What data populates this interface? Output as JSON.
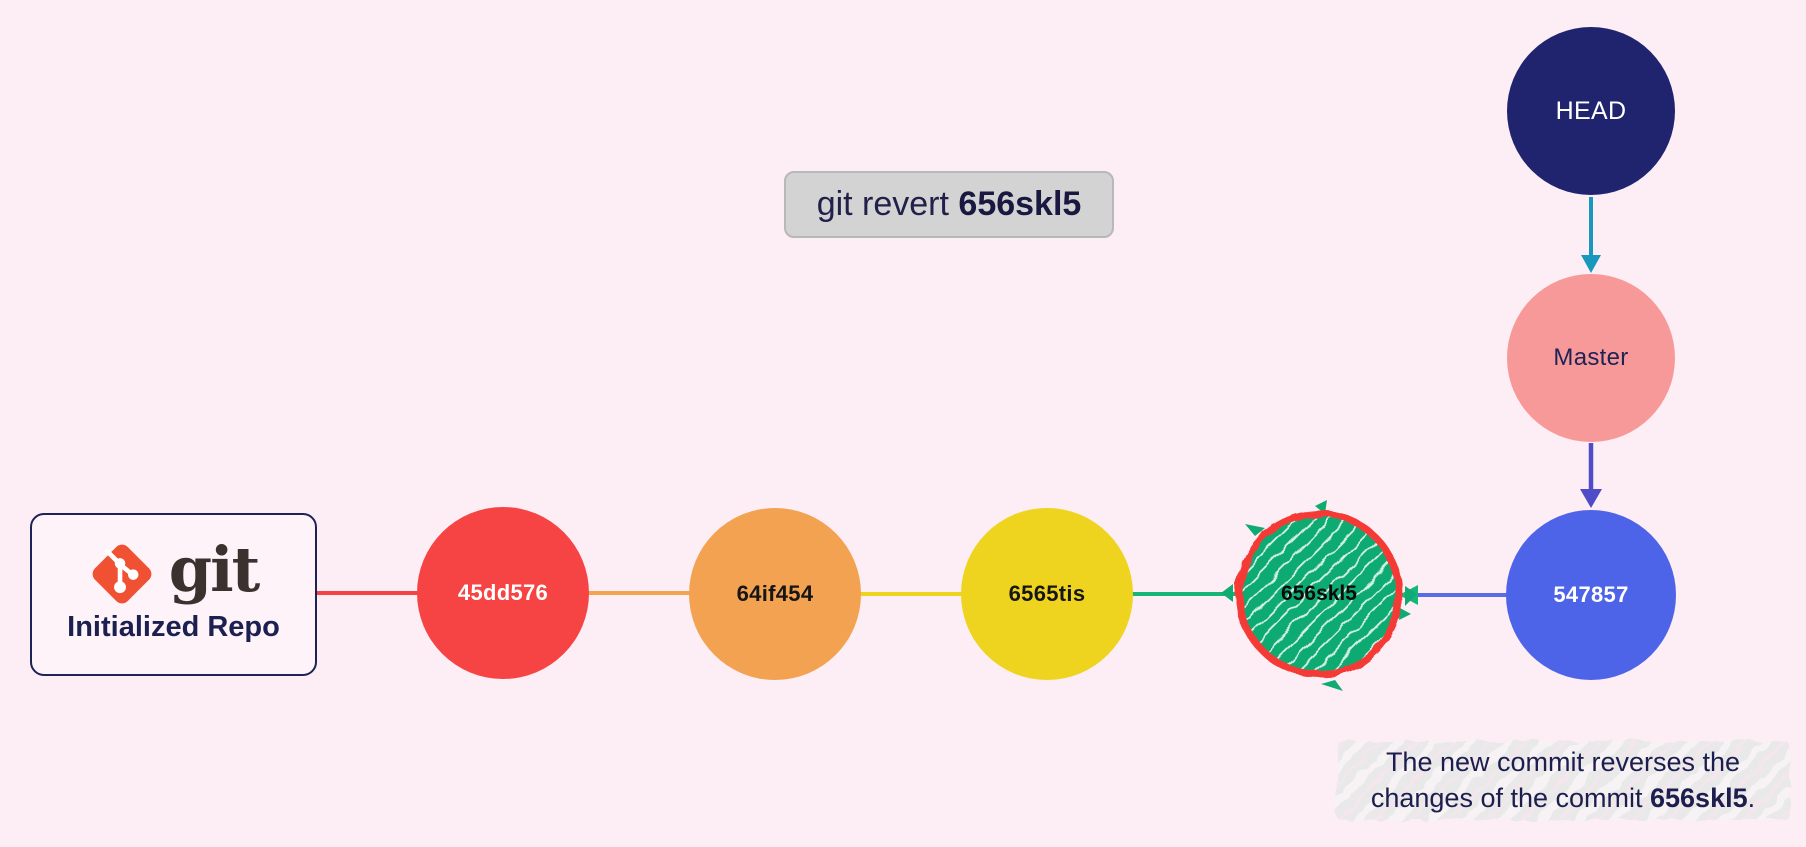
{
  "colors": {
    "background": "#fdeef5",
    "head_fill": "#20246f",
    "master_fill": "#f89999",
    "commit_red": "#f64444",
    "commit_orange": "#f2a251",
    "commit_yellow": "#eed41e",
    "commit_green": "#10ab72",
    "commit_blue": "#4d63e8",
    "revert_ring_red": "#f43b36",
    "arrow_head_to_master": "#1798bc",
    "arrow_master_to_commit": "#4f4cc7",
    "edge_repo_red": "#f64444",
    "edge_red_orange": "#f2a251",
    "edge_orange_yellow": "#eed41e",
    "edge_yellow_green": "#17b578",
    "edge_green_blue": "#5b6be4",
    "command_box_bg": "#d3d3d3",
    "note_bg": "#e9e9e9",
    "git_logo_orange": "#f05133",
    "navy_text": "#1d1d4e"
  },
  "repo_box": {
    "brand": "git",
    "label": "Initialized Repo"
  },
  "command": {
    "prefix": "git revert ",
    "target": "656skl5"
  },
  "branch_pointers": {
    "head": "HEAD",
    "master": "Master"
  },
  "commits": [
    {
      "id": "45dd576"
    },
    {
      "id": "64if454"
    },
    {
      "id": "6565tis"
    },
    {
      "id": "656skl5",
      "hatched": true,
      "reverted": true
    },
    {
      "id": "547857"
    }
  ],
  "note": {
    "line1": "The new commit reverses the",
    "line2_prefix": "changes of the commit ",
    "target": "656skl5",
    "line2_suffix": "."
  }
}
